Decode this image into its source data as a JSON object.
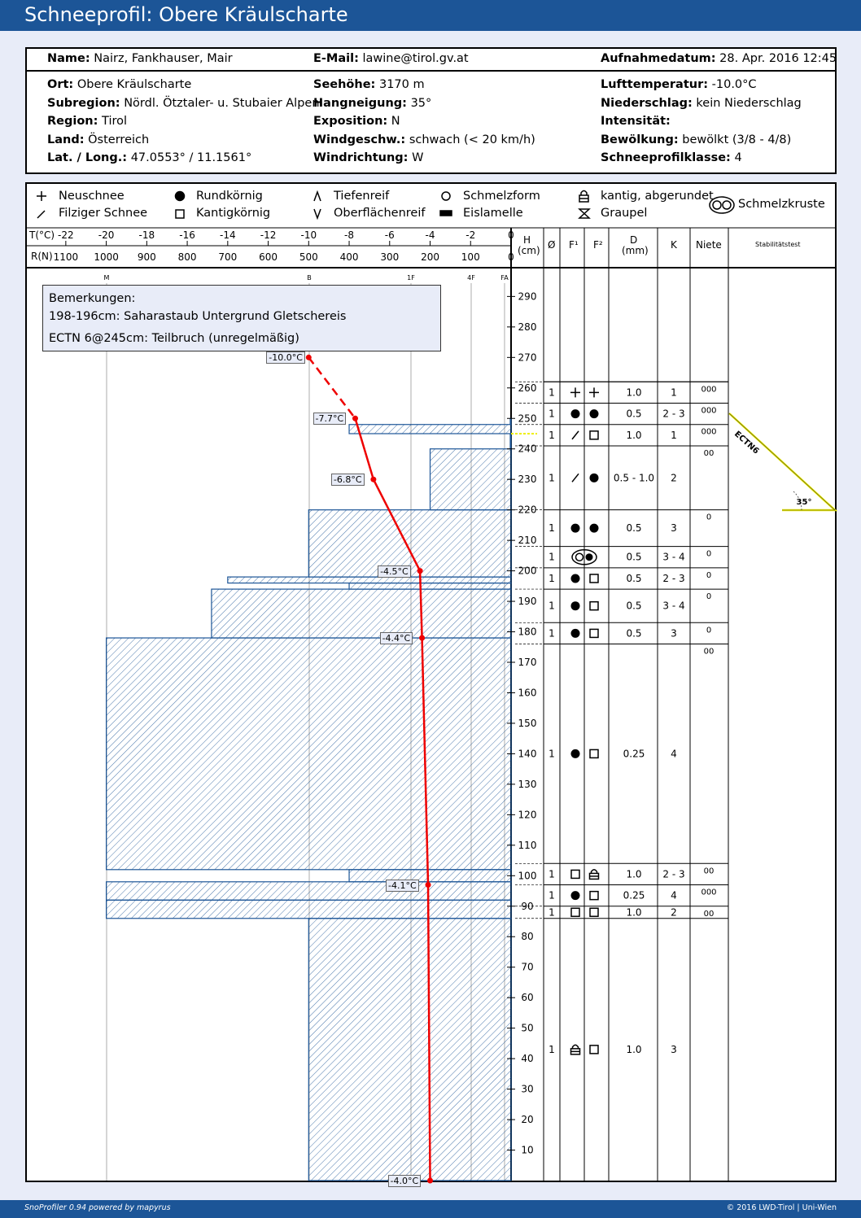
{
  "title": "Schneeprofil: Obere Kräulscharte",
  "info_top": {
    "name_label": "Name:",
    "name": "Nairz, Fankhauser, Mair",
    "email_label": "E-Mail:",
    "email": "lawine@tirol.gv.at",
    "date_label": "Aufnahmedatum:",
    "date": "28. Apr. 2016 12:45"
  },
  "info": {
    "ort_label": "Ort:",
    "ort": "Obere Kräulscharte",
    "subregion_label": "Subregion:",
    "subregion": "Nördl. Ötztaler- u. Stubaier Alpen",
    "region_label": "Region:",
    "region": "Tirol",
    "land_label": "Land:",
    "land": "Österreich",
    "latlong_label": "Lat. / Long.:",
    "latlong": "47.0553° / 11.1561°",
    "seehoehe_label": "Seehöhe:",
    "seehoehe": "3170 m",
    "hang_label": "Hangneigung:",
    "hang": "35°",
    "expo_label": "Exposition:",
    "expo": "N",
    "wind_label": "Windgeschw.:",
    "wind": "schwach (< 20 km/h)",
    "windr_label": "Windrichtung:",
    "windr": "W",
    "luft_label": "Lufttemperatur:",
    "luft": "-10.0°C",
    "nieder_label": "Niederschlag:",
    "nieder": "kein Niederschlag",
    "intens_label": "Intensität:",
    "intens": "",
    "bew_label": "Bewölkung:",
    "bew": "bewölkt (3/8 - 4/8)",
    "klasse_label": "Schneeprofilklasse:",
    "klasse": "4"
  },
  "legend": {
    "neuschnee": "Neuschnee",
    "filzig": "Filziger Schnee",
    "rundkoernig": "Rundkörnig",
    "kantigkoernig": "Kantigkörnig",
    "tiefenreif": "Tiefenreif",
    "oberflaechenreif": "Oberflächenreif",
    "schmelzform": "Schmelzform",
    "eislamelle": "Eislamelle",
    "kantig_abgerundet": "kantig, abgerundet",
    "graupel": "Graupel",
    "schmelzkruste": "Schmelzkruste"
  },
  "axis": {
    "t_label": "T(°C)",
    "r_label": "R(N)",
    "t_ticks": [
      "-22",
      "-20",
      "-18",
      "-16",
      "-14",
      "-12",
      "-10",
      "-8",
      "-6",
      "-4",
      "-2",
      "0"
    ],
    "r_ticks": [
      "1100",
      "1000",
      "900",
      "800",
      "700",
      "600",
      "500",
      "400",
      "300",
      "200",
      "100",
      "0"
    ],
    "hardness": [
      "M",
      "B",
      "1F",
      "4F",
      "FA"
    ],
    "h_label": "H",
    "h_unit": "(cm)",
    "col_o": "Ø",
    "col_f1": "F¹",
    "col_f2": "F²",
    "col_d": "D",
    "col_d_unit": "(mm)",
    "col_k": "K",
    "col_niete": "Niete",
    "col_stab": "Stabilitätstest"
  },
  "remarks": {
    "title": "Bemerkungen:",
    "line1": "198-196cm: Saharastaub Untergrund Gletschereis",
    "line2": "ECTN 6@245cm: Teilbruch (unregelmäßig)"
  },
  "stability": {
    "test": "ECTN6",
    "angle": "35°",
    "height_cm": 245
  },
  "chart_data": {
    "type": "snow-profile",
    "title": "Schneeprofil: Obere Kräulscharte",
    "x_temperature_range": [
      -22,
      0
    ],
    "x_resistance_range": [
      1100,
      0
    ],
    "y_height_range": [
      0,
      298
    ],
    "y_ticks": [
      10,
      20,
      30,
      40,
      50,
      60,
      70,
      80,
      90,
      100,
      110,
      120,
      130,
      140,
      150,
      160,
      170,
      180,
      190,
      200,
      210,
      220,
      230,
      240,
      250,
      260,
      270,
      280,
      290
    ],
    "temperature_profile": [
      {
        "h": 270,
        "t": -10.0,
        "label": "-10.0°C"
      },
      {
        "h": 250,
        "t": -7.7,
        "label": "-7.7°C"
      },
      {
        "h": 230,
        "t": -6.8,
        "label": "-6.8°C"
      },
      {
        "h": 200,
        "t": -4.5,
        "label": "-4.5°C"
      },
      {
        "h": 178,
        "t": -4.4,
        "label": "-4.4°C"
      },
      {
        "h": 97,
        "t": -4.1,
        "label": "-4.1°C"
      },
      {
        "h": 0,
        "t": -4.0,
        "label": "-4.0°C"
      }
    ],
    "hardness_profile": [
      {
        "from": 248,
        "to": 250,
        "r": 2
      },
      {
        "from": 245,
        "to": 248,
        "r": 400
      },
      {
        "from": 240,
        "to": 245,
        "r": 2
      },
      {
        "from": 220,
        "to": 240,
        "r": 200
      },
      {
        "from": 198,
        "to": 220,
        "r": 500
      },
      {
        "from": 196,
        "to": 198,
        "r": 700
      },
      {
        "from": 194,
        "to": 196,
        "r": 400
      },
      {
        "from": 178,
        "to": 194,
        "r": 740
      },
      {
        "from": 102,
        "to": 178,
        "r": 1000
      },
      {
        "from": 98,
        "to": 102,
        "r": 400
      },
      {
        "from": 92,
        "to": 98,
        "r": 1000
      },
      {
        "from": 86,
        "to": 92,
        "r": 1000
      },
      {
        "from": 0,
        "to": 86,
        "r": 500
      }
    ],
    "layers": [
      {
        "from": 255,
        "to": 262,
        "o": "1",
        "f1": "plus",
        "f2": "plus",
        "d": "1.0",
        "k": "1",
        "niete": "000"
      },
      {
        "from": 248,
        "to": 255,
        "o": "1",
        "f1": "dot",
        "f2": "dot",
        "d": "0.5",
        "k": "2 - 3",
        "niete": "000"
      },
      {
        "from": 241,
        "to": 248,
        "o": "1",
        "f1": "slash",
        "f2": "square",
        "d": "1.0",
        "k": "1",
        "niete": "000"
      },
      {
        "from": 220,
        "to": 241,
        "o": "1",
        "f1": "slash",
        "f2": "dot",
        "d": "0.5 - 1.0",
        "k": "2",
        "niete": "00"
      },
      {
        "from": 208,
        "to": 220,
        "o": "1",
        "f1": "dot",
        "f2": "dot",
        "d": "0.5",
        "k": "3",
        "niete": "0"
      },
      {
        "from": 201,
        "to": 208,
        "o": "1",
        "f1": "crust",
        "f2": "crust",
        "d": "0.5",
        "k": "3 - 4",
        "niete": "0"
      },
      {
        "from": 194,
        "to": 201,
        "o": "1",
        "f1": "dot",
        "f2": "square",
        "d": "0.5",
        "k": "2 - 3",
        "niete": "0"
      },
      {
        "from": 183,
        "to": 194,
        "o": "1",
        "f1": "dot",
        "f2": "square",
        "d": "0.5",
        "k": "3 - 4",
        "niete": "0"
      },
      {
        "from": 176,
        "to": 183,
        "o": "1",
        "f1": "dot",
        "f2": "square",
        "d": "0.5",
        "k": "3",
        "niete": "0"
      },
      {
        "from": 104,
        "to": 176,
        "o": "1",
        "f1": "dot",
        "f2": "square",
        "d": "0.25",
        "k": "4",
        "niete": "00"
      },
      {
        "from": 97,
        "to": 104,
        "o": "1",
        "f1": "square",
        "f2": "lock",
        "d": "1.0",
        "k": "2 - 3",
        "niete": "00"
      },
      {
        "from": 90,
        "to": 97,
        "o": "1",
        "f1": "dot",
        "f2": "square",
        "d": "0.25",
        "k": "4",
        "niete": "000"
      },
      {
        "from": 86,
        "to": 90,
        "o": "1",
        "f1": "square",
        "f2": "square",
        "d": "1.0",
        "k": "2",
        "niete": "00"
      },
      {
        "from": 0,
        "to": 86,
        "o": "1",
        "f1": "lock",
        "f2": "square",
        "d": "1.0",
        "k": "3",
        "niete": ""
      }
    ]
  },
  "footer": {
    "left": "SnoProfiler 0.94 powered by mapyrus",
    "right": "© 2016 LWD-Tirol | Uni-Wien"
  }
}
